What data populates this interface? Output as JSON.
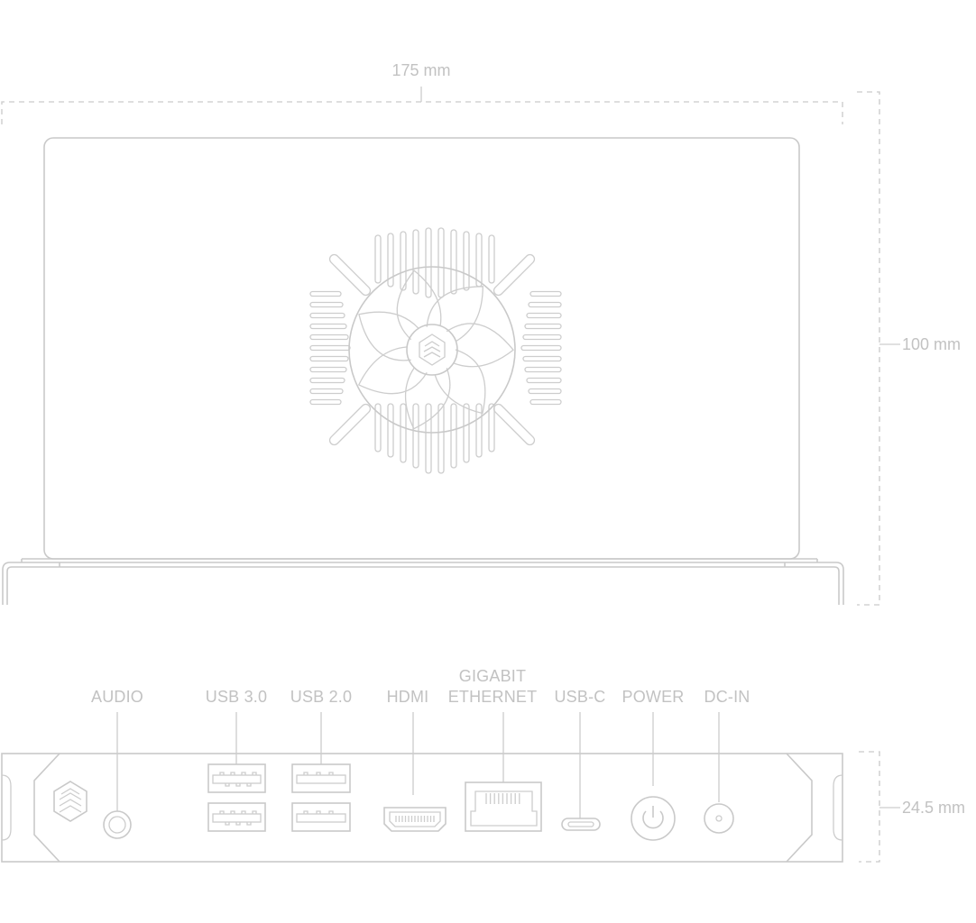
{
  "dimensions": {
    "width": "175 mm",
    "height": "100 mm",
    "depth": "24.5 mm"
  },
  "ports": {
    "audio": "AUDIO",
    "usb3": "USB 3.0",
    "usb2": "USB 2.0",
    "hdmi": "HDMI",
    "ethernet_line1": "GIGABIT",
    "ethernet_line2": "ETHERNET",
    "usbc": "USB-C",
    "power": "POWER",
    "dcin": "DC-IN"
  },
  "colors": {
    "line": "#c9c9c9",
    "text": "#c2c2c2",
    "background": "#ffffff"
  }
}
